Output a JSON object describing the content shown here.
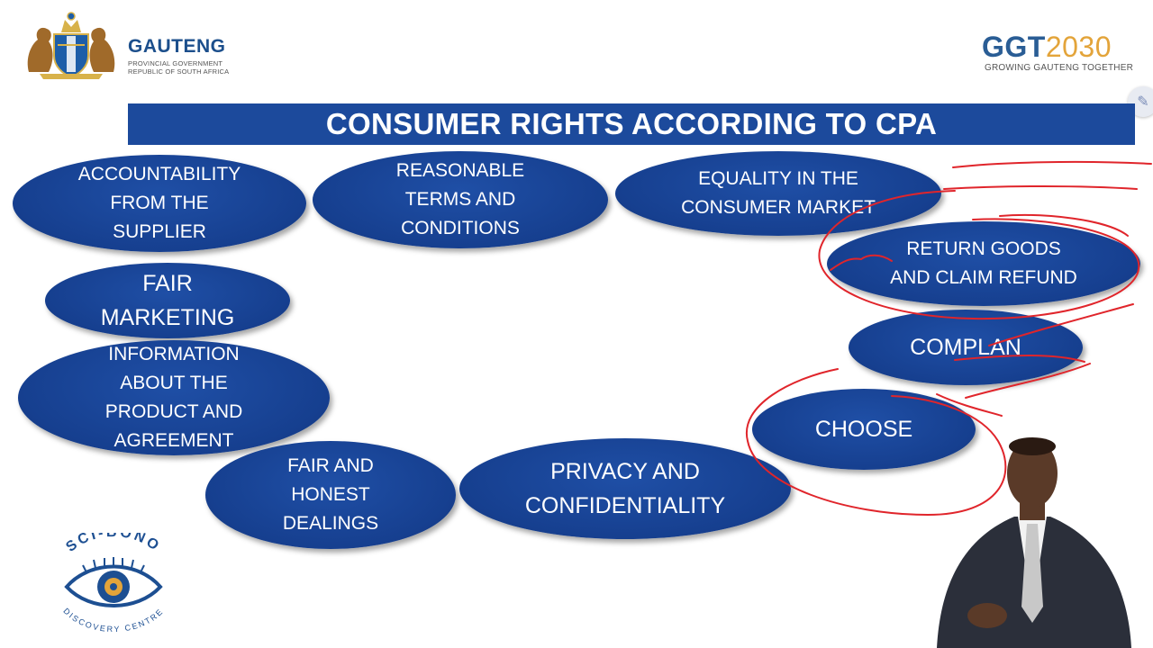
{
  "header": {
    "gauteng": {
      "name": "GAUTENG",
      "line1": "PROVINCIAL GOVERNMENT",
      "line2": "REPUBLIC OF SOUTH AFRICA"
    },
    "ggt": {
      "main_prefix": "GGT",
      "main_year": "2030",
      "tagline": "GROWING GAUTENG TOGETHER"
    }
  },
  "slide": {
    "title": "CONSUMER RIGHTS ACCORDING TO CPA",
    "rights": {
      "accountability": "ACCOUNTABILITY\nFROM THE\nSUPPLIER",
      "reasonable": "REASONABLE\nTERMS AND\nCONDITIONS",
      "equality": "EQUALITY IN THE\nCONSUMER MARKET",
      "return": "RETURN GOODS\nAND CLAIM REFUND",
      "fair_marketing": "FAIR\nMARKETING",
      "complain": "COMPLAN",
      "information": "INFORMATION\nABOUT THE\nPRODUCT AND\nAGREEMENT",
      "choose": "CHOOSE",
      "fair_honest": "FAIR AND\nHONEST\nDEALINGS",
      "privacy": "PRIVACY AND\nCONFIDENTIALITY"
    }
  },
  "footer": {
    "scibono_top": "SCI-BONO",
    "scibono_bottom": "DISCOVERY CENTRE"
  },
  "colors": {
    "banner": "#1c4a9c",
    "oval": "#163f8f",
    "annotation": "#e0252b",
    "gauteng_blue": "#1c4f8c",
    "ggt_gold": "#e3a43a"
  },
  "icons": {
    "pen_tool": "pen-icon"
  }
}
